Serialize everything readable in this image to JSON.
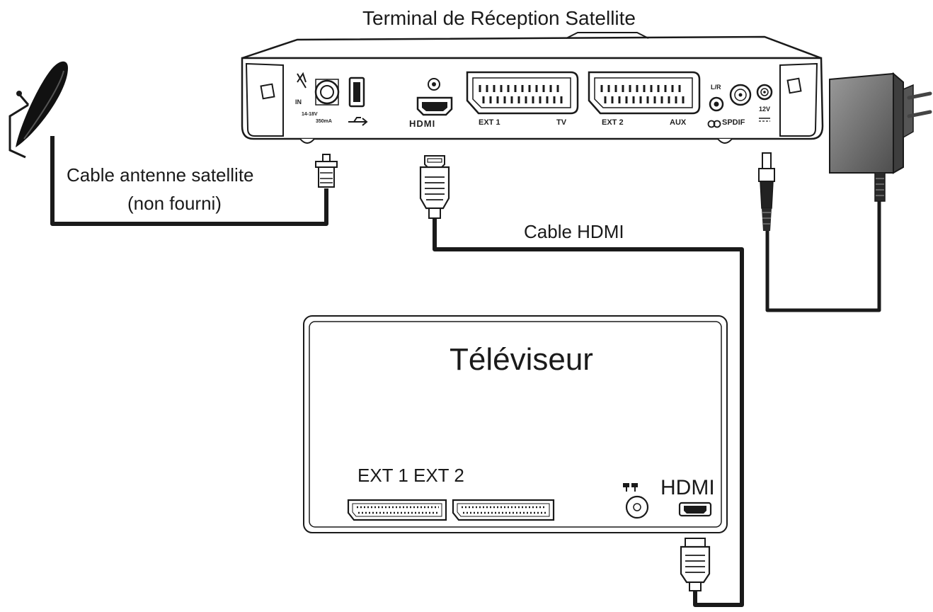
{
  "diagram": {
    "title": "Terminal de Réception Satellite",
    "cable_satellite_label": "Cable antenne satellite",
    "cable_satellite_sublabel": "(non fourni)",
    "cable_hdmi_label": "Cable HDMI",
    "tv_label": "Téléviseur",
    "tv_ext_label": "EXT 1 EXT 2",
    "tv_hdmi_label": "HDMI"
  },
  "decoder_ports": {
    "in": "IN",
    "voltage": "14-18V",
    "current": "350mA",
    "hdmi": "HDMI",
    "ext1": "EXT 1",
    "tv": "TV",
    "ext2": "EXT 2",
    "aux": "AUX",
    "lr": "L/R",
    "spdif": "SPDIF",
    "power": "12V"
  },
  "colors": {
    "line": "#1a1a1a",
    "adapter": "#6e6e6e",
    "device_fill": "#ffffff"
  }
}
